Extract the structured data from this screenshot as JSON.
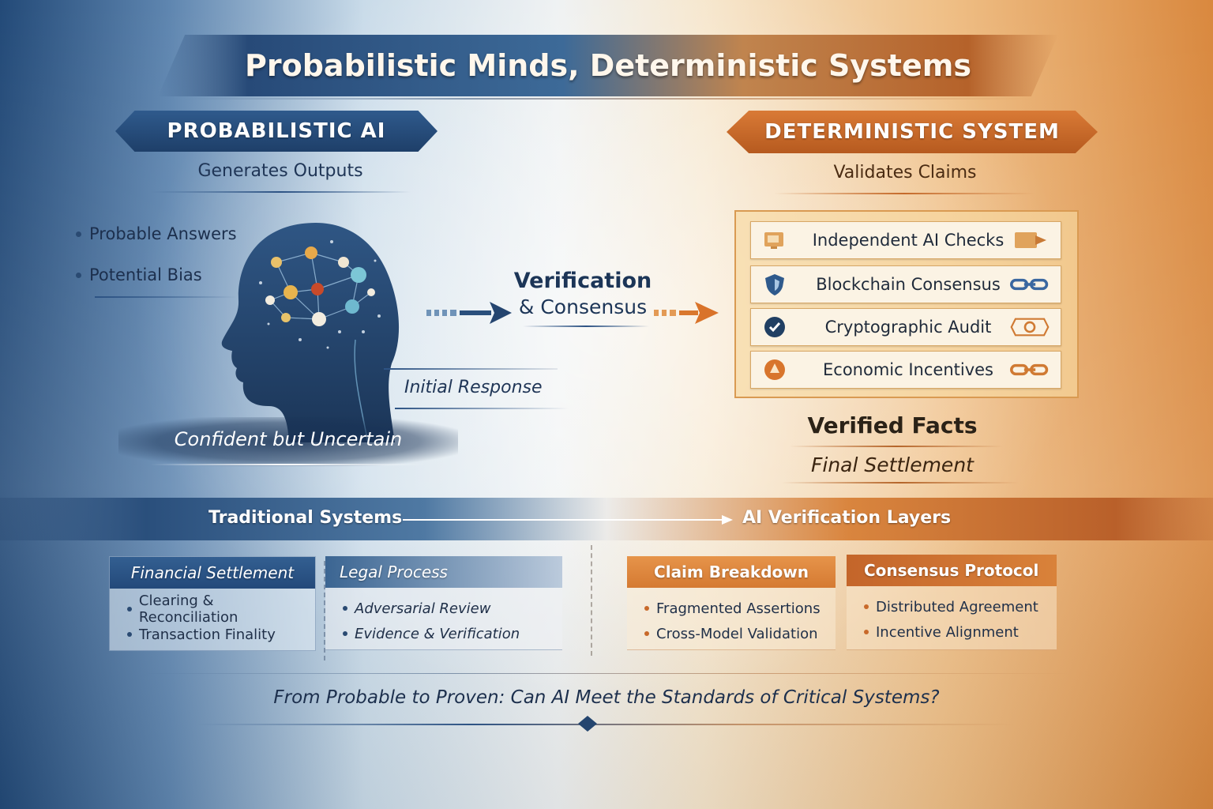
{
  "title": "Probabilistic Minds, Deterministic Systems",
  "left": {
    "header": "PROBABILISTIC AI",
    "subtitle": "Generates Outputs",
    "bullets": [
      "Probable Answers",
      "Potential Bias"
    ],
    "caption": "Confident but Uncertain",
    "initial_response": "Initial Response"
  },
  "center": {
    "line1": "Verification",
    "line2": "& Consensus"
  },
  "right": {
    "header": "DETERMINISTIC SYSTEM",
    "subtitle": "Validates Claims",
    "checks": [
      {
        "label": "Independent AI Checks",
        "icon": "chip-icon"
      },
      {
        "label": "Blockchain Consensus",
        "icon": "shield-icon"
      },
      {
        "label": "Cryptographic Audit",
        "icon": "checkmark-icon"
      },
      {
        "label": "Economic Incentives",
        "icon": "coin-icon"
      }
    ],
    "verified": "Verified Facts",
    "final": "Final Settlement"
  },
  "band": {
    "left": "Traditional Systems",
    "right": "AI Verification Layers"
  },
  "cards": [
    {
      "title": "Financial Settlement",
      "items": [
        "Clearing & Reconciliation",
        "Transaction Finality"
      ]
    },
    {
      "title": "Legal Process",
      "items": [
        "Adversarial Review",
        "Evidence & Verification"
      ]
    },
    {
      "title": "Claim Breakdown",
      "items": [
        "Fragmented Assertions",
        "Cross-Model Validation"
      ]
    },
    {
      "title": "Consensus Protocol",
      "items": [
        "Distributed Agreement",
        "Incentive Alignment"
      ]
    }
  ],
  "footer": "From Probable to Proven: Can AI Meet the Standards of Critical Systems?",
  "colors": {
    "blue": "#234a78",
    "orange": "#c8692a",
    "cream": "#fbf3e4"
  }
}
